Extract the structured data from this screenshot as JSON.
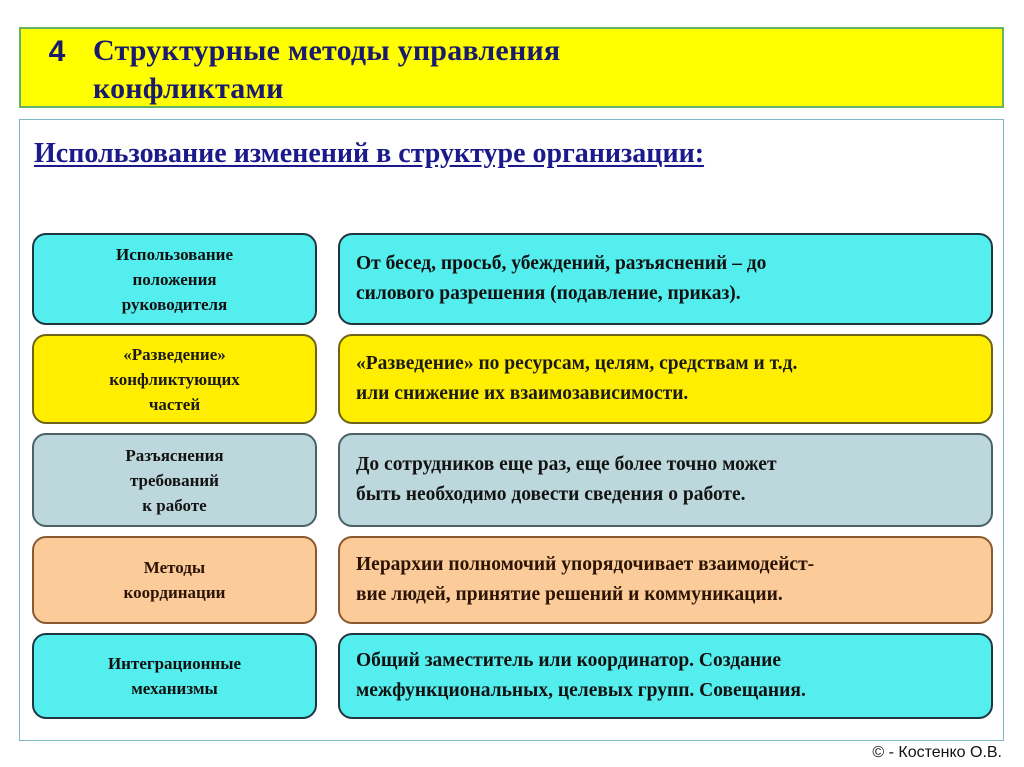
{
  "slide": {
    "number": "4",
    "title": "Структурные методы управления конфликтами",
    "subtitle": "Использование изменений в структуре организации:",
    "footer": "© - Костенко О.В.",
    "colors": {
      "header_background": "#ffff00",
      "header_border": "#66b266",
      "header_text": "#1a1a6e",
      "subtitle_text": "#1a1a8c",
      "panel_border": "#7fb6c4",
      "cyan": "#55eeee",
      "yellow": "#ffee00",
      "steel": "#bcd8dc",
      "peach": "#fbcb99"
    }
  },
  "rows": [
    {
      "theme": "cyan",
      "label_lines": [
        "Использование",
        "положения",
        "руководителя"
      ],
      "desc_lines": [
        "От бесед, просьб, убеждений, разъяснений – до",
        "силового разрешения (подавление, приказ)."
      ]
    },
    {
      "theme": "yellow",
      "label_lines": [
        "«Разведение»",
        "конфликтующих",
        "частей"
      ],
      "desc_lines": [
        "«Разведение» по ресурсам, целям, средствам и т.д.",
        "или снижение их взаимозависимости."
      ]
    },
    {
      "theme": "steel",
      "label_lines": [
        "Разъяснения",
        "требований",
        "к работе"
      ],
      "desc_lines": [
        "До сотрудников еще раз, еще более точно может",
        "быть необходимо довести сведения о работе."
      ]
    },
    {
      "theme": "peach",
      "label_lines": [
        "Методы",
        "координации"
      ],
      "desc_lines": [
        "Иерархии полномочий упорядочивает взаимодейст-",
        "вие людей, принятие решений и коммуникации."
      ]
    },
    {
      "theme": "cyan",
      "label_lines": [
        "Интеграционные",
        "механизмы"
      ],
      "desc_lines": [
        "Общий заместитель или координатор. Создание",
        "межфункциональных, целевых групп. Совещания."
      ]
    }
  ]
}
